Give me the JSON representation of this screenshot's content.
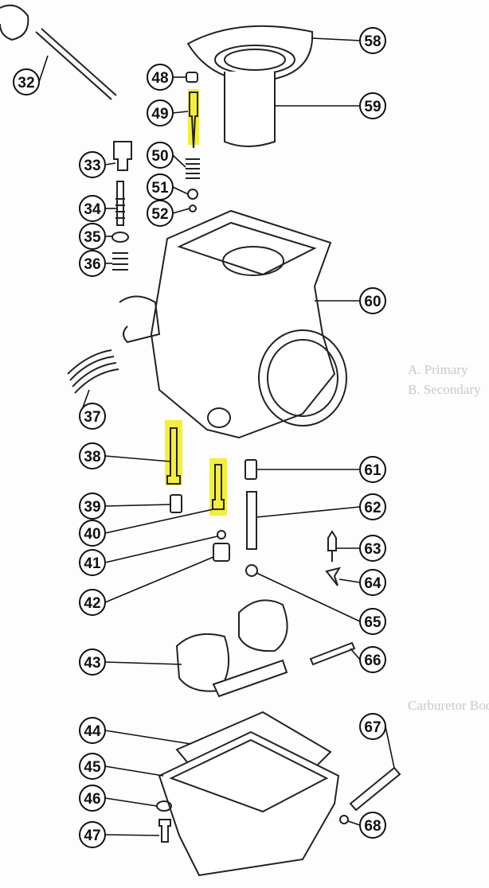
{
  "diagram": {
    "title": "Carburetor exploded view",
    "highlight_color": "#f5ee3a",
    "part_numbers": [
      "32",
      "33",
      "34",
      "35",
      "36",
      "37",
      "38",
      "39",
      "40",
      "41",
      "42",
      "43",
      "44",
      "45",
      "46",
      "47",
      "48",
      "49",
      "50",
      "51",
      "52",
      "58",
      "59",
      "60",
      "61",
      "62",
      "63",
      "64",
      "65",
      "66",
      "67",
      "68"
    ],
    "highlighted_parts": [
      "49",
      "38",
      "40"
    ],
    "background_text": [
      "A. Primary",
      "B. Secondary",
      "Carburetor Body"
    ]
  }
}
